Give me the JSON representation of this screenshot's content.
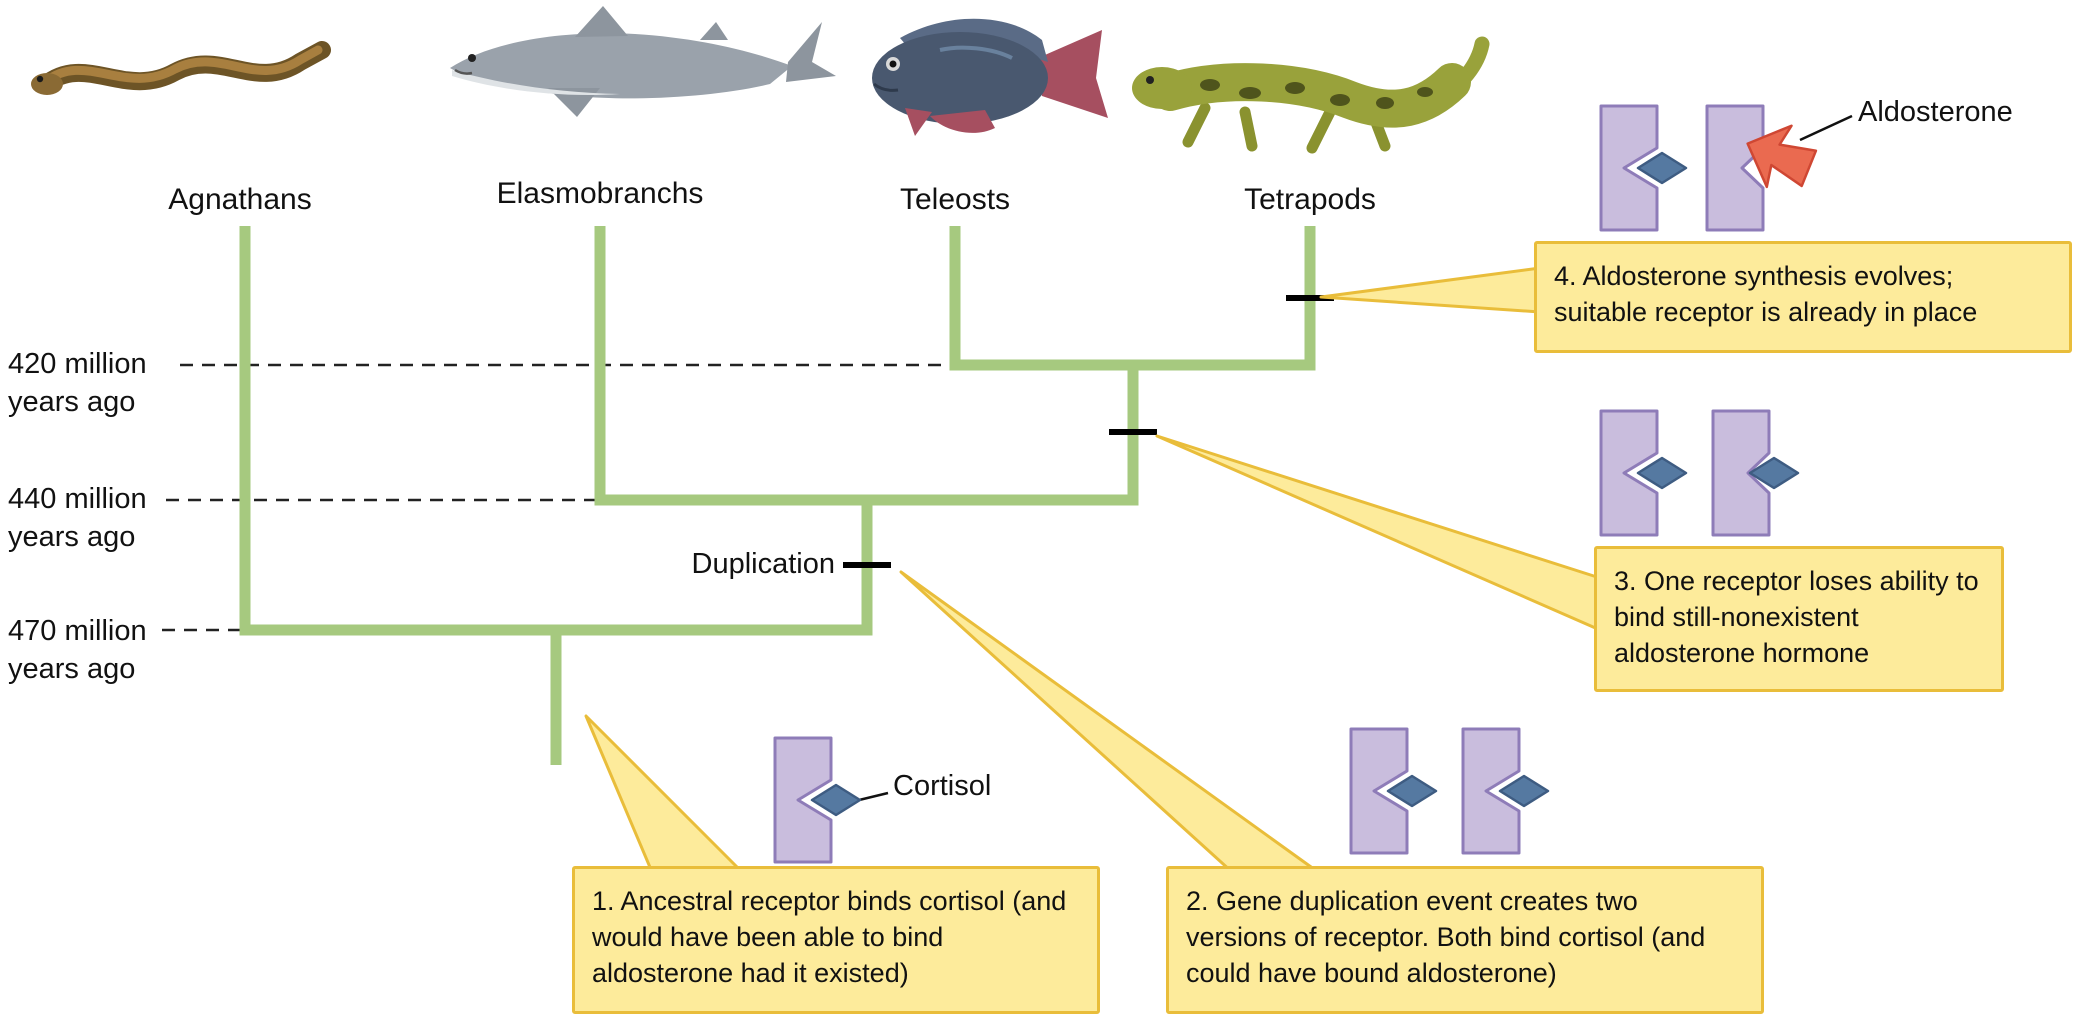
{
  "taxa": [
    {
      "label": "Agnathans"
    },
    {
      "label": "Elasmobranchs"
    },
    {
      "label": "Teleosts"
    },
    {
      "label": "Tetrapods"
    }
  ],
  "timeline": [
    {
      "line1": "420 million",
      "line2": "years ago"
    },
    {
      "line1": "440 million",
      "line2": "years ago"
    },
    {
      "line1": "470 million",
      "line2": "years ago"
    }
  ],
  "tree": {
    "duplication_label": "Duplication"
  },
  "hormones": {
    "aldosterone": "Aldosterone",
    "cortisol": "Cortisol"
  },
  "callouts": [
    {
      "text": "1. Ancestral receptor binds cortisol (and would have been able to bind aldosterone had it existed)"
    },
    {
      "text": "2. Gene duplication event creates two versions of receptor. Both bind cortisol (and could have bound aldosterone)"
    },
    {
      "text": "3. One receptor loses ability to bind still-nonexistent aldosterone hormone"
    },
    {
      "text": "4. Aldosterone synthesis evolves; suitable receptor is already in place"
    }
  ],
  "colors": {
    "tree_green": "#a6c97f",
    "callout_fill": "#fdeb9b",
    "callout_border": "#e9bd3a",
    "receptor_fill": "#c9bddd",
    "receptor_border": "#8e7cb8",
    "cortisol_blue": "#5579a1",
    "aldosterone_red": "#ea6a50"
  }
}
